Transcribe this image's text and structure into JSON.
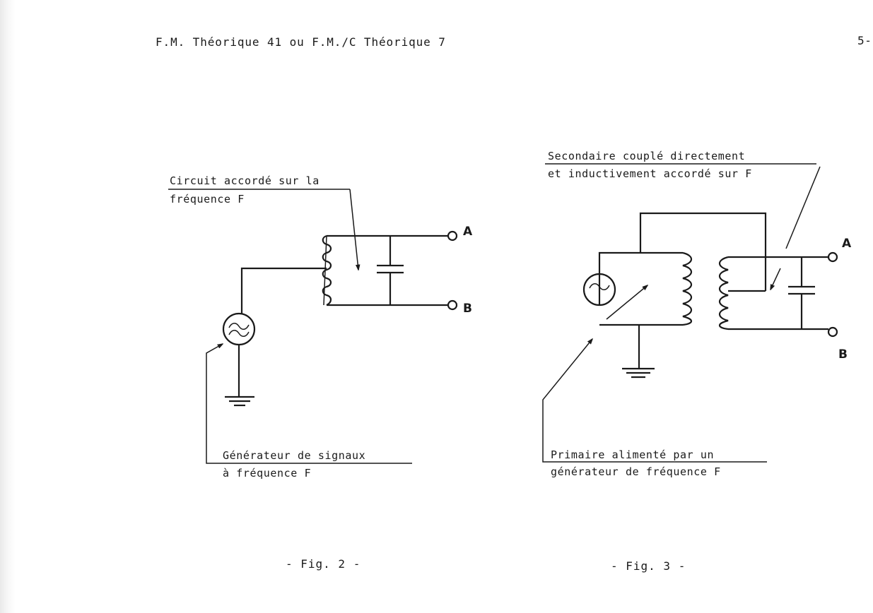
{
  "header": {
    "title": "F.M. Théorique 41  ou  F.M./C Théorique 7",
    "page_number": "5-"
  },
  "fig2": {
    "caption": "- Fig. 2 -",
    "label_circuit_line1": "Circuit accordé sur la",
    "label_circuit_line2": "fréquence F",
    "label_generator_line1": "Générateur de signaux",
    "label_generator_line2": "à fréquence F",
    "terminal_a": "A",
    "terminal_b": "B"
  },
  "fig3": {
    "caption": "- Fig. 3 -",
    "label_secondary_line1": "Secondaire couplé directement",
    "label_secondary_line2": "et inductivement accordé sur F",
    "label_primary_line1": "Primaire alimenté par un",
    "label_primary_line2": "générateur de fréquence F",
    "terminal_a": "A",
    "terminal_b": "B"
  }
}
